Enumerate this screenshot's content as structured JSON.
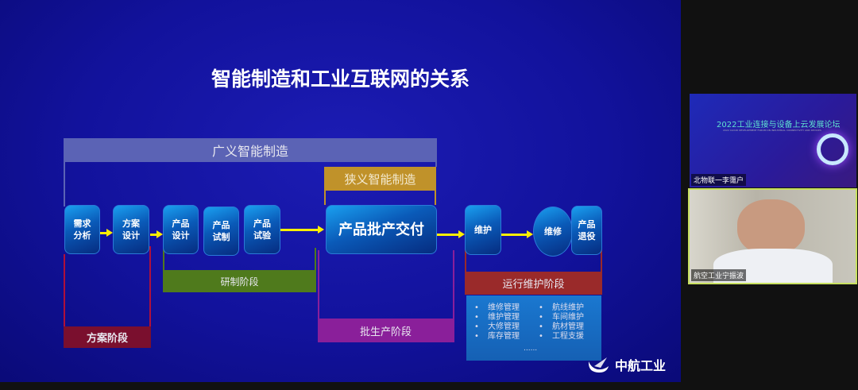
{
  "slide": {
    "title": "智能制造和工业互联网的关系",
    "broad": "广义智能制造",
    "narrow": "狭义智能制造",
    "steps": [
      "需求\n分析",
      "方案\n设计",
      "产品\n设计",
      "产品\n试制",
      "产品\n试验",
      "产品批产交付",
      "维护",
      "维修",
      "产品\n退役"
    ],
    "phases": {
      "scheme": "方案阶段",
      "rd": "研制阶段",
      "batch": "批生产阶段",
      "ops": "运行维护阶段"
    },
    "ops_list_left": [
      "维修管理",
      "维护管理",
      "大修管理",
      "库存管理"
    ],
    "ops_list_right": [
      "航线维护",
      "车间维护",
      "航材管理",
      "工程支援"
    ],
    "ellipsis": "......",
    "logo": "中航工业"
  },
  "videos": [
    {
      "name": "北物联一李霭户",
      "screen_title": "2022工业连接与设备上云发展论坛",
      "screen_subtitle": "2022 CLOUD DEVELOPMENT FORUM ON INDUSTRIAL CONNECTIVITY AND DEVICES"
    },
    {
      "name": "航空工业宁振波"
    }
  ],
  "colors": {
    "broad": "#5b63b5",
    "narrow": "#c0922a",
    "scheme": "#7a0f2e",
    "rd": "#4f7a1c",
    "batch": "#8a1f9a",
    "ops": "#9a2a2a",
    "arrow": "#ffef00",
    "active_speaker": "#c8e060"
  }
}
